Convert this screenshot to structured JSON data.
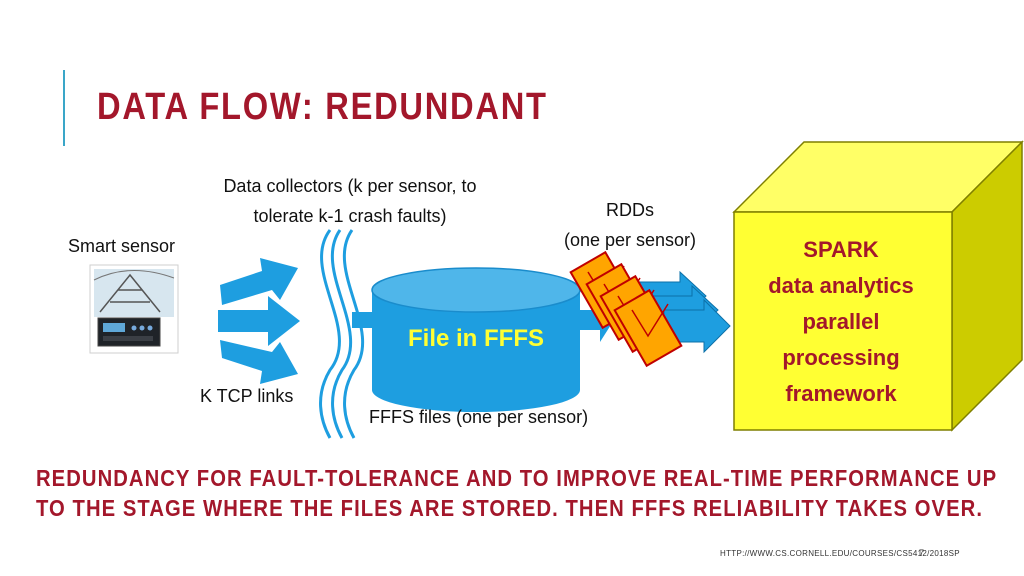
{
  "slide": {
    "title": "DATA FLOW: REDUNDANT",
    "bottom_note_line1": "REDUNDANCY FOR FAULT-TOLERANCE AND TO IMPROVE REAL-TIME PERFORMANCE UP",
    "bottom_note_line2": "TO THE STAGE WHERE THE FILES ARE STORED.  THEN FFFS RELIABILITY TAKES OVER.",
    "footer_url": "HTTP://WWW.CS.CORNELL.EDU/COURSES/CS5412/2018SP",
    "page_number": "7"
  },
  "diagram": {
    "collectors_line1": "Data collectors (k per sensor, to",
    "collectors_line2": "tolerate k-1 crash faults)",
    "smart_sensor": "Smart sensor",
    "tcp_links": "K TCP links",
    "rdds_line1": "RDDs",
    "rdds_line2": "(one per sensor)",
    "cylinder_label": "File in FFFS",
    "ffs_files": "FFFS files (one per sensor)",
    "spark_lines": [
      "SPARK",
      "data analytics",
      "parallel",
      "processing",
      "framework"
    ]
  },
  "colors": {
    "title": "#a3172b",
    "accent": "#3aa6c8",
    "flow_blue": "#1e9ee0",
    "cylinder_text": "#ffff33",
    "cube_front": "#ffff33",
    "cube_top": "#ffff66",
    "cube_side": "#cccc00",
    "envelope": "#ffa500",
    "envelope_border": "#c00000"
  },
  "icons": [
    "smart-sensor-image",
    "envelope-icon"
  ]
}
